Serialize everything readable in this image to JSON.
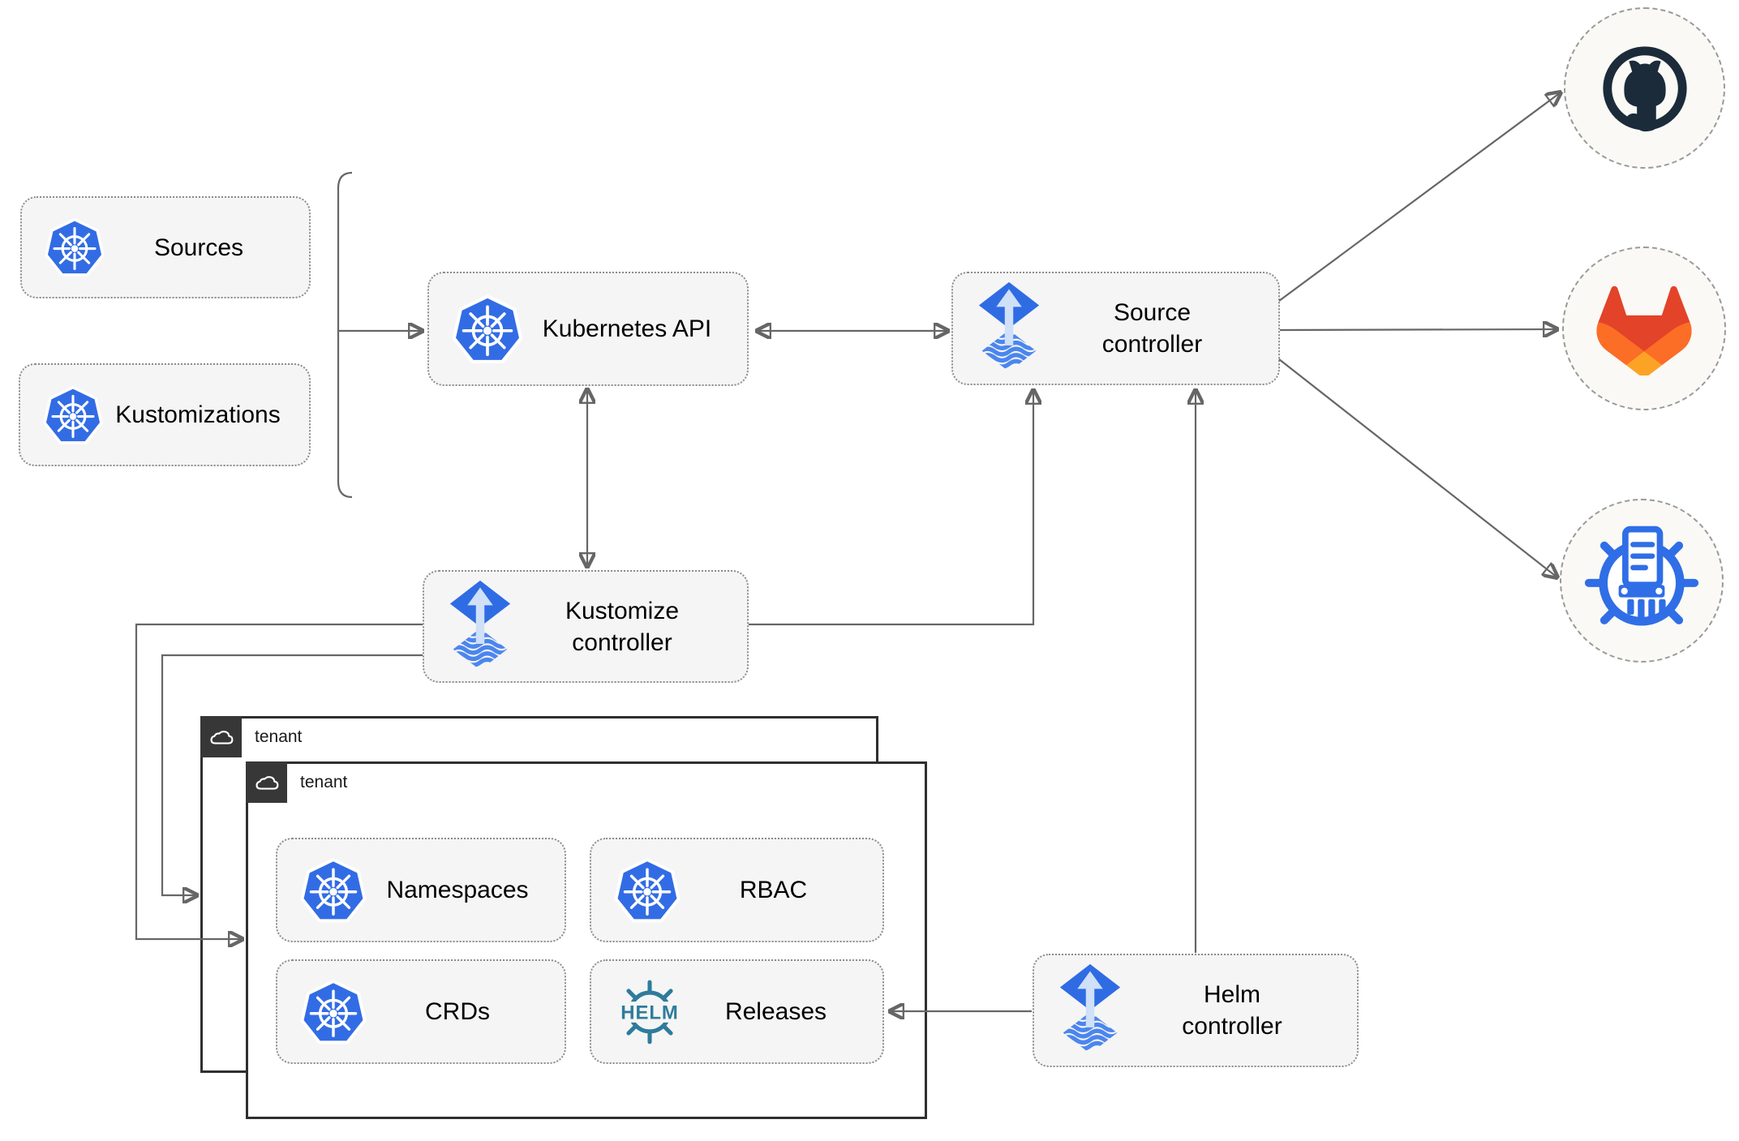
{
  "nodes": {
    "sources": "Sources",
    "kustomizations": "Kustomizations",
    "kubernetes_api": "Kubernetes API",
    "source_controller": "Source\ncontroller",
    "kustomize_controller": "Kustomize\ncontroller",
    "helm_controller": "Helm\ncontroller",
    "namespaces": "Namespaces",
    "rbac": "RBAC",
    "crds": "CRDs",
    "releases": "Releases"
  },
  "groups": {
    "outer_tenant": "tenant",
    "inner_tenant": "tenant"
  },
  "icons": {
    "helm_wheel_text": "HELM",
    "kubernetes": "kubernetes-wheel-icon",
    "flux": "flux-diamond-icon",
    "cloud": "cloud-icon",
    "github": "github-icon",
    "gitlab": "gitlab-icon",
    "helm_repository": "chartmuseum-helm-repo-icon"
  },
  "colors": {
    "kubernetes_blue": "#326ce5",
    "flux_blue": "#2f6ce4",
    "flux_wave_blue": "#4b86ee",
    "flux_arrow_light": "#cfe0f8",
    "helm_teal": "#2e7b9c",
    "chartmuseum_blue": "#2f6ee6",
    "github_dark": "#1b2b3a",
    "gitlab_red": "#e24329",
    "gitlab_orange": "#fc6d26",
    "gitlab_amber": "#fca326",
    "node_fill": "#f5f5f5",
    "connector_gray": "#666666",
    "tenant_tab_dark": "#373737"
  }
}
